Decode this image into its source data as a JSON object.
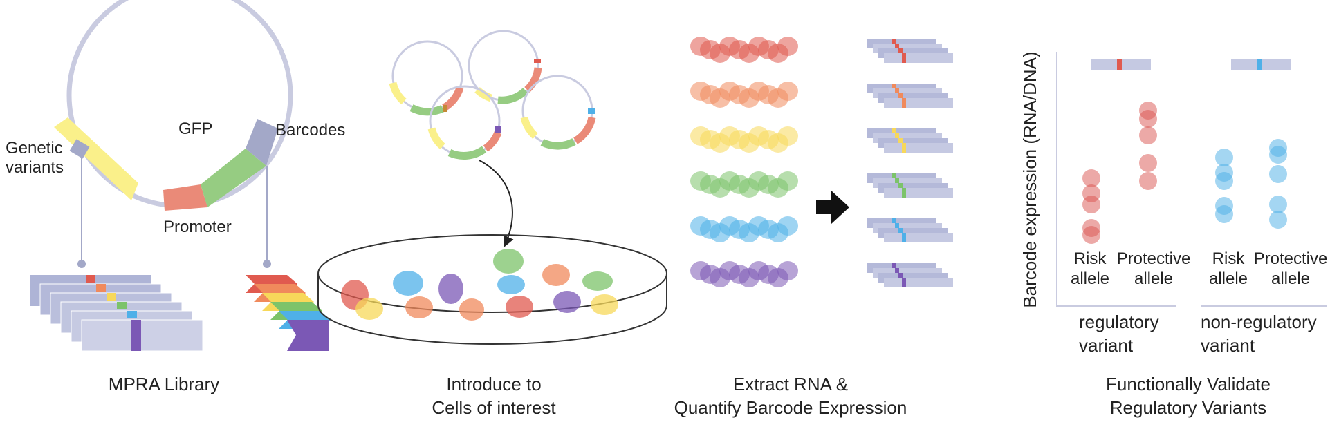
{
  "colors": {
    "red": "#e05a4f",
    "orange": "#f08a5c",
    "yellow": "#f7d85a",
    "green": "#7cc36a",
    "blue": "#4fb0e8",
    "purple": "#7b58b5",
    "yellow_light": "#faf08a",
    "green_light": "#96cc82",
    "promoter": "#ea8a78",
    "barcode_gray": "#a3a8c8",
    "backbone": "#c9cbe0",
    "sheet": "#c5c9e2",
    "risk_red": "#d9534f",
    "blue_dot": "#4aaee6"
  },
  "panel1": {
    "label_genetic_line1": "Genetic",
    "label_genetic_line2": "variants",
    "label_gfp": "GFP",
    "label_barcodes": "Barcodes",
    "label_promoter": "Promoter",
    "caption": "MPRA Library"
  },
  "panel2": {
    "caption_line1": "Introduce to",
    "caption_line2": "Cells of interest"
  },
  "panel3": {
    "caption_line1": "Extract RNA &",
    "caption_line2": "Quantify Barcode Expression",
    "rows": [
      "red",
      "orange",
      "yellow",
      "green",
      "blue",
      "purple"
    ]
  },
  "panel4": {
    "ylabel": "Barcode expression (RNA/DNA)",
    "group1_line1": "regulatory",
    "group1_line2": "variant",
    "group2_line1": "non-regulatory",
    "group2_line2": "variant",
    "risk_line1": "Risk",
    "risk_line2": "allele",
    "prot_line1": "Protective",
    "prot_line2": "allele",
    "caption_line1": "Functionally Validate",
    "caption_line2": "Regulatory Variants"
  }
}
